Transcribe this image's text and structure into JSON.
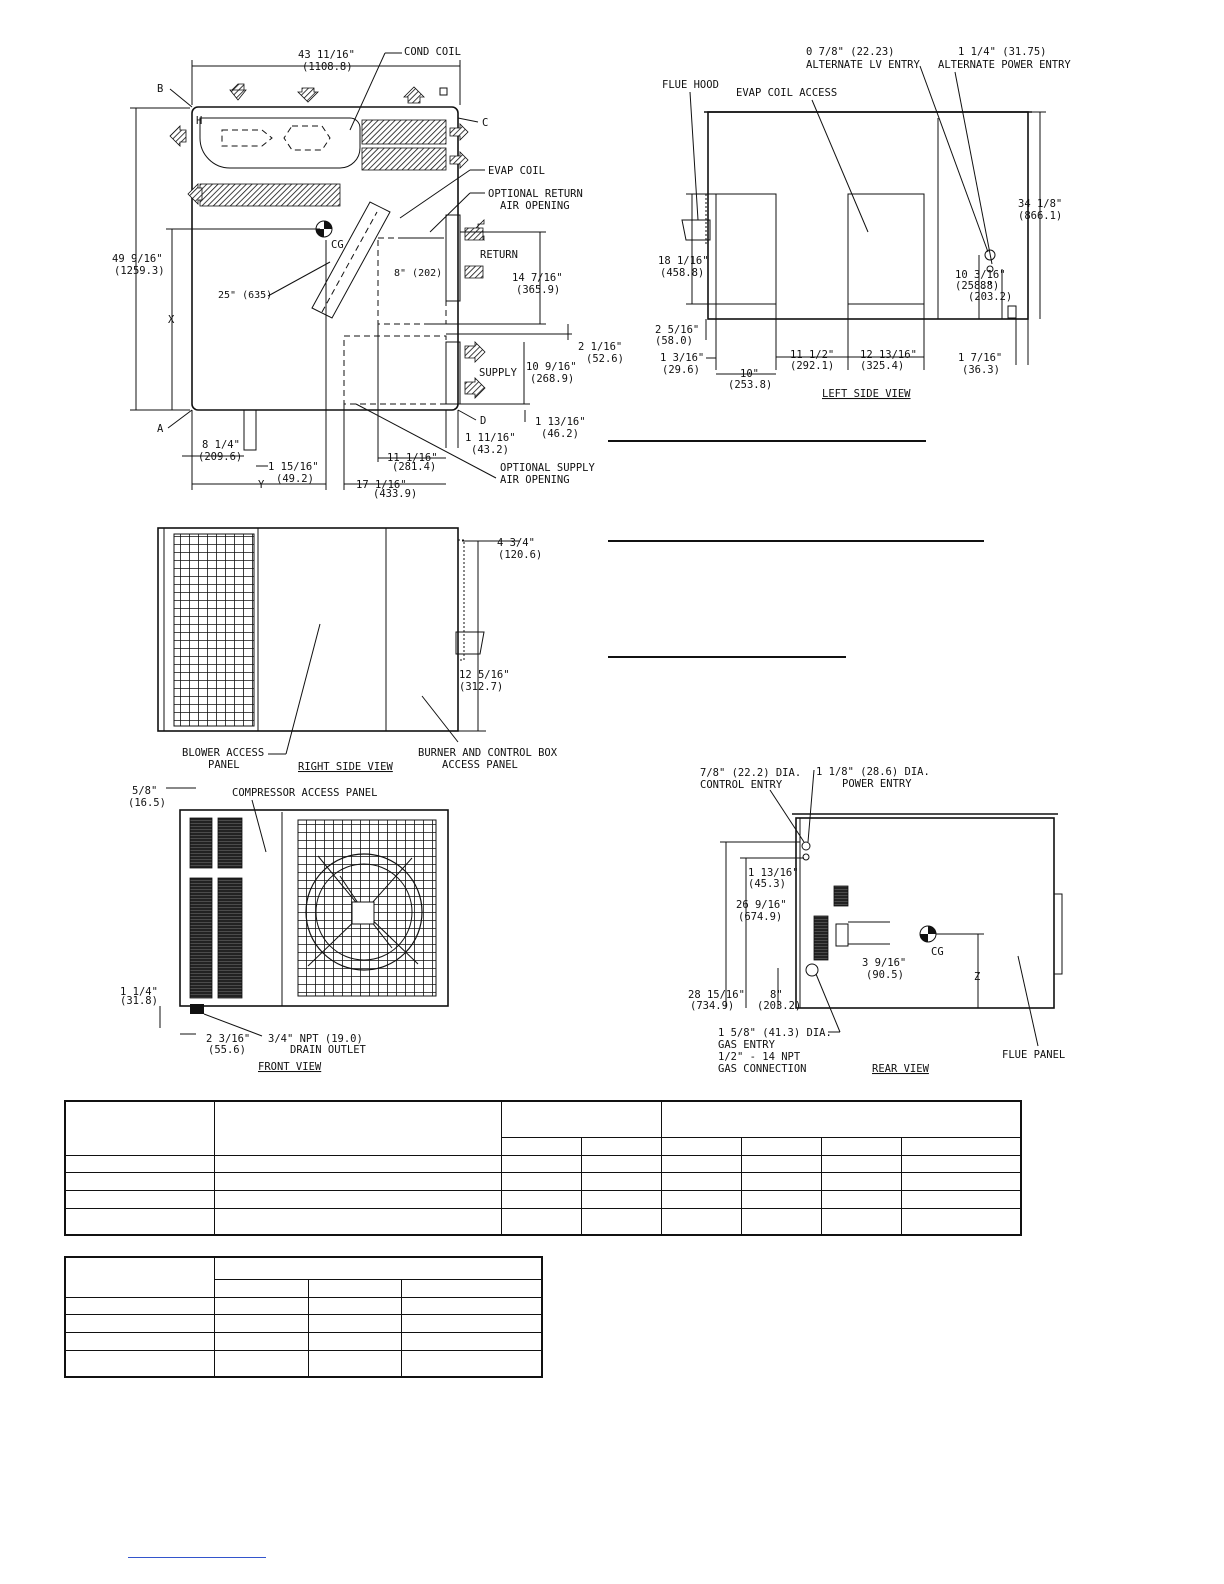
{
  "top_view": {
    "width_dim": "43 11/16\"",
    "width_dim_mm": "(1108.8)",
    "cond_coil": "COND COIL",
    "corner_b": "B",
    "corner_c": "C",
    "corner_h": "H",
    "evap_coil": "EVAP COIL",
    "opt_return_1": "OPTIONAL RETURN",
    "opt_return_2": "AIR OPENING",
    "cg": "CG",
    "height_dim": "49 9/16\"",
    "height_dim_mm": "(1259.3)",
    "dim_25": "25\" (635)",
    "dim_8": "8\" (202)",
    "return": "RETURN",
    "dim_14": "14 7/16\"",
    "dim_14_mm": "(365.9)",
    "x": "X",
    "dim_2": "2 1/16\"",
    "dim_2_mm": "(52.6)",
    "dim_10": "10 9/16\"",
    "dim_10_mm": "(268.9)",
    "supply": "SUPPLY",
    "corner_a": "A",
    "corner_d": "D",
    "dim_1_13": "1 13/16\"",
    "dim_1_13_mm": "(46.2)",
    "dim_8_14": "8 1/4\"",
    "dim_8_14_mm": "(209.6)",
    "dim_1_15": "1 15/16\"",
    "dim_1_15_mm": "(49.2)",
    "dim_1_11": "1 11/16\"",
    "dim_1_11_mm": "(43.2)",
    "dim_11": "11 1/16\"",
    "dim_11_mm": "(281.4)",
    "opt_supply_1": "OPTIONAL SUPPLY",
    "opt_supply_2": "AIR OPENING",
    "y": "Y",
    "dim_17": "17 1/16\"",
    "dim_17_mm": "(433.9)"
  },
  "left_view": {
    "lv_entry_dim": "0 7/8\"  (22.23)",
    "lv_entry": "ALTERNATE LV ENTRY",
    "power_entry_dim": "1 1/4\"  (31.75)",
    "power_entry": "ALTERNATE POWER ENTRY",
    "flue_hood": "FLUE HOOD",
    "evap_access": "EVAP COIL ACCESS",
    "height_dim": "34 1/8\"",
    "height_dim_mm": "(866.1)",
    "dim_18": "18 1/16\"",
    "dim_18_mm": "(458.8)",
    "dim_10_3": "10 3/16\"",
    "dim_10_3_mm": "(258.8)",
    "dim_8": "8\"",
    "dim_8_mm": "(203.2)",
    "dim_2_5": "2 5/16\"",
    "dim_2_5_mm": "(58.0)",
    "dim_1_3": "1 3/16\"",
    "dim_1_3_mm": "(29.6)",
    "dim_10": "10\"",
    "dim_10_mm": "(253.8)",
    "dim_11": "11 1/2\"",
    "dim_11_mm": "(292.1)",
    "dim_12": "12 13/16\"",
    "dim_12_mm": "(325.4)",
    "dim_1_7": "1 7/16\"",
    "dim_1_7_mm": "(36.3)",
    "title": "LEFT SIDE VIEW"
  },
  "right_view": {
    "dim_4": "4 3/4\"",
    "dim_4_mm": "(120.6)",
    "dim_12": "12 5/16\"",
    "dim_12_mm": "(312.7)",
    "blower_1": "BLOWER ACCESS",
    "blower_2": "PANEL",
    "title": "RIGHT SIDE VIEW",
    "burner_1": "BURNER AND CONTROL BOX",
    "burner_2": "ACCESS PANEL"
  },
  "front_view": {
    "dim_5_8": "5/8\"",
    "dim_5_8_mm": "(16.5)",
    "compressor": "COMPRESSOR ACCESS PANEL",
    "dim_1_1": "1 1/4\"",
    "dim_1_1_mm": "(31.8)",
    "dim_2_3": "2 3/16\"",
    "dim_2_3_mm": "(55.6)",
    "drain_1": "3/4\" NPT (19.0)",
    "drain_2": "DRAIN OUTLET",
    "title": "FRONT VIEW"
  },
  "rear_view": {
    "control_dim": "7/8\"  (22.2) DIA.",
    "control_entry": "CONTROL ENTRY",
    "power_dim": "1 1/8\"  (28.6) DIA.",
    "power_entry": "POWER ENTRY",
    "dim_1_13": "1 13/16\"",
    "dim_1_13_mm": "(45.3)",
    "dim_26": "26 9/16\"",
    "dim_26_mm": "(674.9)",
    "dim_3_9": "3 9/16\"",
    "dim_3_9_mm": "(90.5)",
    "cg": "CG",
    "z": "Z",
    "dim_28": "28 15/16\"",
    "dim_28_mm": "(734.9)",
    "dim_8": "8\"",
    "dim_8_mm": "(203.2)",
    "gas_dia": "1 5/8\"  (41.3) DIA.",
    "gas_entry": "GAS ENTRY",
    "gas_npt": "1/2\"  - 14 NPT",
    "gas_conn": "GAS CONNECTION",
    "title": "REAR VIEW",
    "flue_panel": "FLUE PANEL"
  }
}
